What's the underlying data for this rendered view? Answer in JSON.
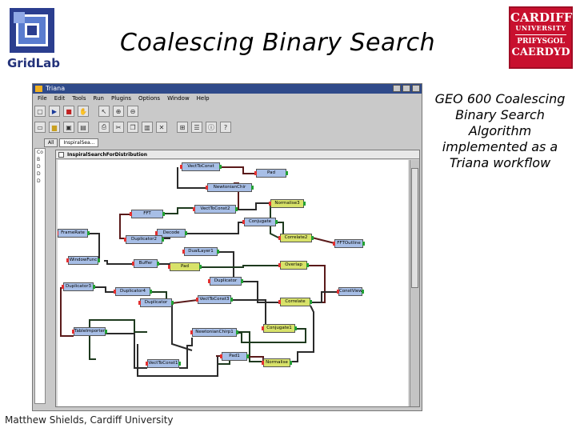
{
  "slide": {
    "title": "Coalescing Binary Search",
    "caption": "GEO 600 Coalescing Binary Search Algorithm implemented as a Triana workflow",
    "footer": "Matthew Shields, Cardiff University",
    "left_logo_text": "GridLab",
    "right_logo_lines": [
      "CARDIFF",
      "UNIVERSITY",
      "PRIFYSGOL",
      "CAERDYD"
    ]
  },
  "app": {
    "window_title": "Triana",
    "menu": [
      "File",
      "Edit",
      "Tools",
      "Run",
      "Plugins",
      "Options",
      "Window",
      "Help"
    ],
    "toolbar1_icons": [
      "new-icon",
      "run-icon",
      "stop-icon",
      "hand-icon",
      "pointer-icon",
      "zoom-in-icon",
      "zoom-out-icon"
    ],
    "toolbar2_icons": [
      "new-file-icon",
      "open-folder-icon",
      "save-icon",
      "save-all-icon",
      "print-icon",
      "cut-icon",
      "copy-icon",
      "paste-icon",
      "delete-icon",
      "group-icon",
      "properties-icon",
      "info-icon",
      "help-icon"
    ],
    "tabs": [
      "All",
      "InspiralSea..."
    ],
    "tree_items": [
      "Co",
      "B",
      "D",
      "D",
      "D"
    ],
    "inner_window_title": "InspiralSearchForDistribution"
  },
  "workflow": {
    "nodes": [
      {
        "id": "n1",
        "label": "VectToConst",
        "color": "#a7bee6"
      },
      {
        "id": "n2",
        "label": "Pad",
        "color": "#a7bee6"
      },
      {
        "id": "n3",
        "label": "NewtonianChir",
        "color": "#a7bee6"
      },
      {
        "id": "n4",
        "label": "Normalise3",
        "color": "#d8e26a"
      },
      {
        "id": "n5",
        "label": "VectToConst2",
        "color": "#a7bee6"
      },
      {
        "id": "n6",
        "label": "FFT",
        "color": "#a7bee6"
      },
      {
        "id": "n7",
        "label": "Conjugate",
        "color": "#a7bee6"
      },
      {
        "id": "n8",
        "label": "FrameRate",
        "color": "#a7bee6"
      },
      {
        "id": "n9",
        "label": "Decode",
        "color": "#a7bee6"
      },
      {
        "id": "n10",
        "label": "Duplicator2",
        "color": "#a7bee6"
      },
      {
        "id": "n11",
        "label": "Correlate2",
        "color": "#d8e26a"
      },
      {
        "id": "n12",
        "label": "FFTOutline",
        "color": "#a7bee6"
      },
      {
        "id": "n13",
        "label": "DualLayer1",
        "color": "#a7bee6"
      },
      {
        "id": "n14",
        "label": "WindowFunc",
        "color": "#a7bee6"
      },
      {
        "id": "n15",
        "label": "Buffer",
        "color": "#a7bee6"
      },
      {
        "id": "n16",
        "label": "Pad",
        "color": "#d8e26a"
      },
      {
        "id": "n17",
        "label": "Overlap",
        "color": "#d8e26a"
      },
      {
        "id": "n18",
        "label": "Duplicator",
        "color": "#a7bee6"
      },
      {
        "id": "n19",
        "label": "Duplicator3",
        "color": "#a7bee6"
      },
      {
        "id": "n20",
        "label": "Duplicator4",
        "color": "#a7bee6"
      },
      {
        "id": "n21",
        "label": "ConstView",
        "color": "#a7bee6"
      },
      {
        "id": "n22",
        "label": "VectToConst3",
        "color": "#a7bee6"
      },
      {
        "id": "n23",
        "label": "Duplicator",
        "color": "#a7bee6"
      },
      {
        "id": "n24",
        "label": "Correlate",
        "color": "#d8e26a"
      },
      {
        "id": "n25",
        "label": "TableImporter",
        "color": "#a7bee6"
      },
      {
        "id": "n26",
        "label": "Conjugate1",
        "color": "#d8e26a"
      },
      {
        "id": "n27",
        "label": "NewtonianChirp1",
        "color": "#a7bee6"
      },
      {
        "id": "n28",
        "label": "Pad1",
        "color": "#a7bee6"
      },
      {
        "id": "n29",
        "label": "Normalise",
        "color": "#d8e26a"
      },
      {
        "id": "n30",
        "label": "VectToConst1",
        "color": "#a7bee6"
      }
    ]
  }
}
